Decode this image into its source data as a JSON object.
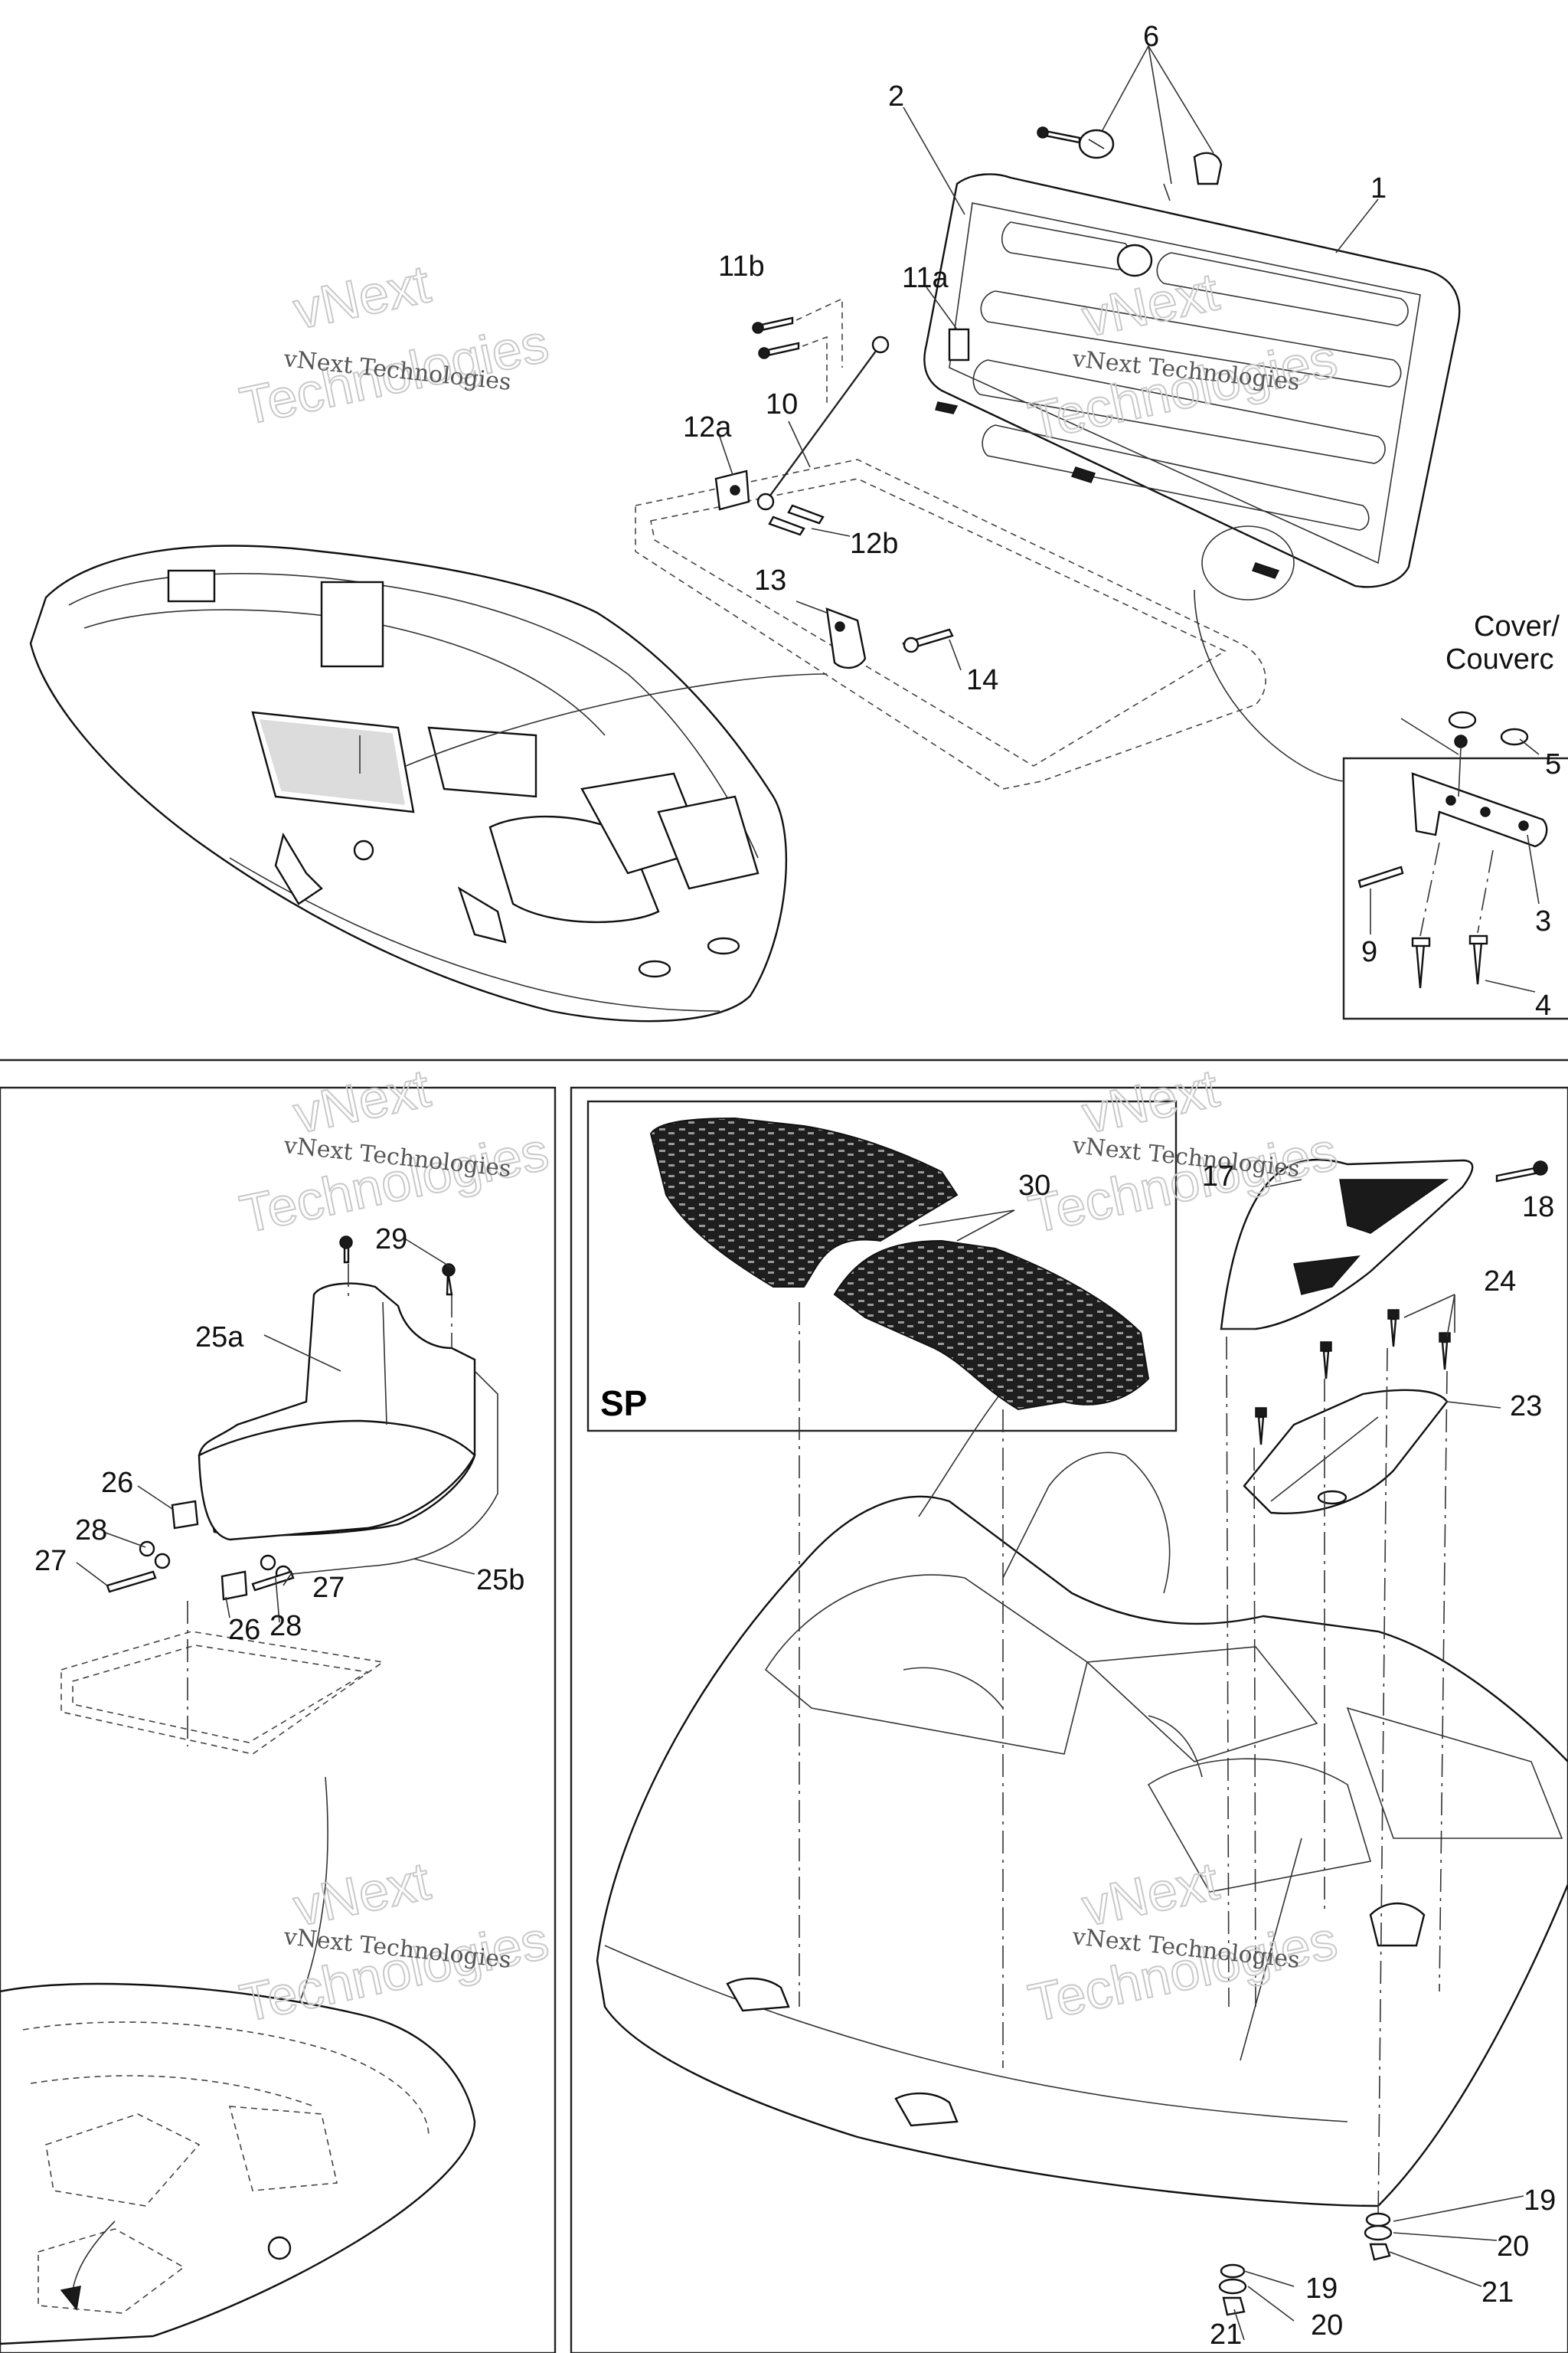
{
  "watermark": {
    "brand_line": "vNext Technologies",
    "top_word": "vNext",
    "bottom_word": "Technologies"
  },
  "panels": {
    "sp_label": "SP",
    "cover_label_line1": "Cover/",
    "cover_label_line2": "Couverc"
  },
  "callouts": {
    "c1": "1",
    "c2": "2",
    "c3": "3",
    "c4": "4",
    "c5": "5",
    "c6": "6",
    "c9": "9",
    "c10": "10",
    "c11a": "11a",
    "c11b": "11b",
    "c12a": "12a",
    "c12b": "12b",
    "c13": "13",
    "c14": "14",
    "c17": "17",
    "c18": "18",
    "c19a": "19",
    "c19b": "19",
    "c20a": "20",
    "c20b": "20",
    "c21a": "21",
    "c21b": "21",
    "c23": "23",
    "c24": "24",
    "c25a": "25a",
    "c25b": "25b",
    "c26a": "26",
    "c26b": "26",
    "c27a": "27",
    "c27b": "27",
    "c28a": "28",
    "c28b": "28",
    "c29": "29",
    "c30": "30"
  }
}
